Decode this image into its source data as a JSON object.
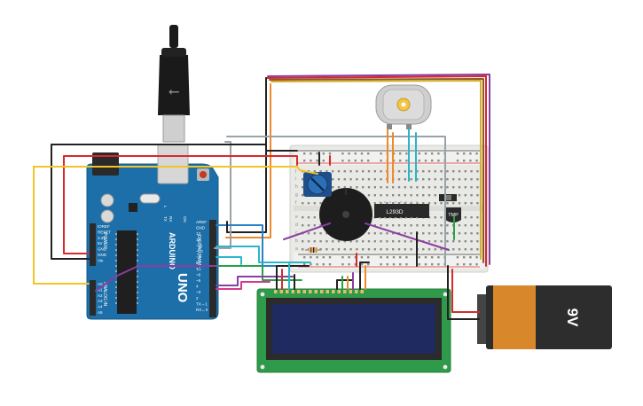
{
  "arduino": {
    "brand": "ARDUINO",
    "model": "UNO",
    "digital_header": "DIGITAL (PWM ~)",
    "power_header": "POWER",
    "analog_header": "ANALOG IN",
    "tx_label": "TX",
    "rx_label": "RX",
    "l_label": "L",
    "on_label": "ON",
    "top_pin_labels": [
      "AREF",
      "GND",
      "13",
      "12",
      "~11",
      "~10",
      "~9",
      "8",
      "7",
      "~6",
      "~5",
      "4",
      "~3",
      "2",
      "TX→1",
      "RX←0"
    ],
    "power_pin_labels": [
      "IOREF",
      "RESET",
      "3.3V",
      "5V",
      "GND",
      "GND",
      "Vin"
    ],
    "analog_pin_labels": [
      "A0",
      "A1",
      "A2",
      "A3",
      "A4",
      "A5"
    ]
  },
  "breadboard": {
    "rows_letters": [
      "a",
      "b",
      "c",
      "d",
      "e",
      "f",
      "g",
      "h",
      "i",
      "j"
    ]
  },
  "components": {
    "driver_ic_label": "L293D",
    "temp_sensor_label": "TMP",
    "battery_label": "9V"
  },
  "colors": {
    "board_blue": "#1c6fa8",
    "breadboard": "#e9e9e6",
    "lcd_pcb": "#2f9a4a",
    "lcd_screen": "#1f2a60",
    "battery_orange": "#d8872b",
    "wire_red": "#d72a2a",
    "wire_black": "#222222",
    "wire_yellow": "#f2c428",
    "wire_orange": "#ee8a2a",
    "wire_green": "#27a146",
    "wire_purple": "#8a3ea0",
    "wire_cyan": "#2bb5c9",
    "wire_gray": "#9aa3a8",
    "wire_brown": "#8a5a2b"
  }
}
